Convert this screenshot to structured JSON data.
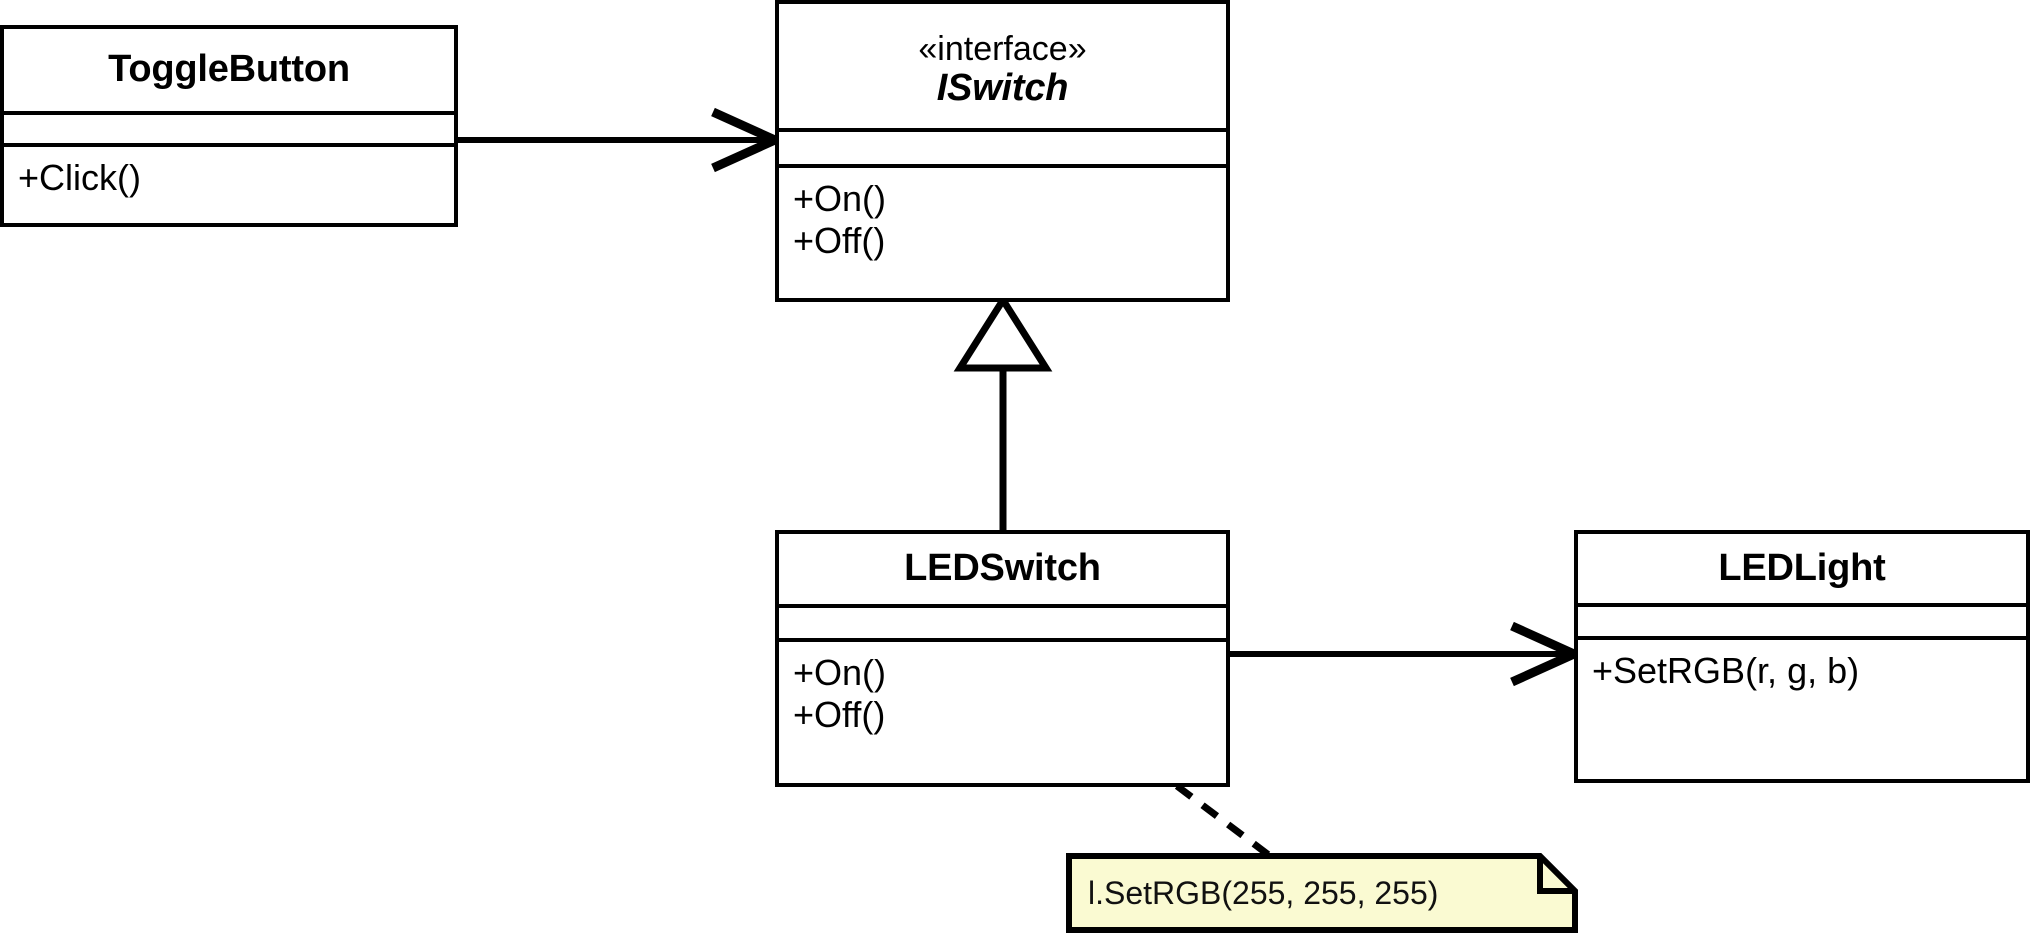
{
  "diagram": {
    "type": "uml-class-diagram",
    "title": "",
    "background": "#ffffff",
    "line_color": "#000000",
    "note_fill": "#fafad2",
    "classes": [
      {
        "id": "togglebutton",
        "name": "ToggleButton",
        "stereotype": "",
        "attributes": [],
        "operations": [
          "+Click()"
        ]
      },
      {
        "id": "iswitch",
        "name": "ISwitch",
        "stereotype": "«interface»",
        "attributes": [],
        "operations": [
          "+On()",
          "+Off()"
        ]
      },
      {
        "id": "ledswitch",
        "name": "LEDSwitch",
        "stereotype": "",
        "attributes": [],
        "operations": [
          "+On()",
          "+Off()"
        ]
      },
      {
        "id": "ledlight",
        "name": "LEDLight",
        "stereotype": "",
        "attributes": [],
        "operations": [
          "+SetRGB(r, g, b)"
        ]
      }
    ],
    "relations": [
      {
        "id": "togglebutton-to-iswitch",
        "from": "ToggleButton",
        "to": "ISwitch",
        "kind": "association",
        "arrow": "open-arrow",
        "line": "solid",
        "label": ""
      },
      {
        "id": "ledswitch-to-iswitch",
        "from": "LEDSwitch",
        "to": "ISwitch",
        "kind": "realization-generalization",
        "arrow": "hollow-triangle",
        "line": "solid",
        "label": ""
      },
      {
        "id": "ledswitch-to-ledlight",
        "from": "LEDSwitch",
        "to": "LEDLight",
        "kind": "association",
        "arrow": "open-arrow",
        "line": "solid",
        "label": ""
      },
      {
        "id": "ledswitch-to-note",
        "from": "LEDSwitch",
        "to": "note-setrgb",
        "kind": "note-anchor",
        "arrow": "none",
        "line": "dashed",
        "label": ""
      }
    ],
    "notes": [
      {
        "id": "note-setrgb",
        "text": "l.SetRGB(255, 255, 255)",
        "fill": "#fafad2"
      }
    ]
  }
}
